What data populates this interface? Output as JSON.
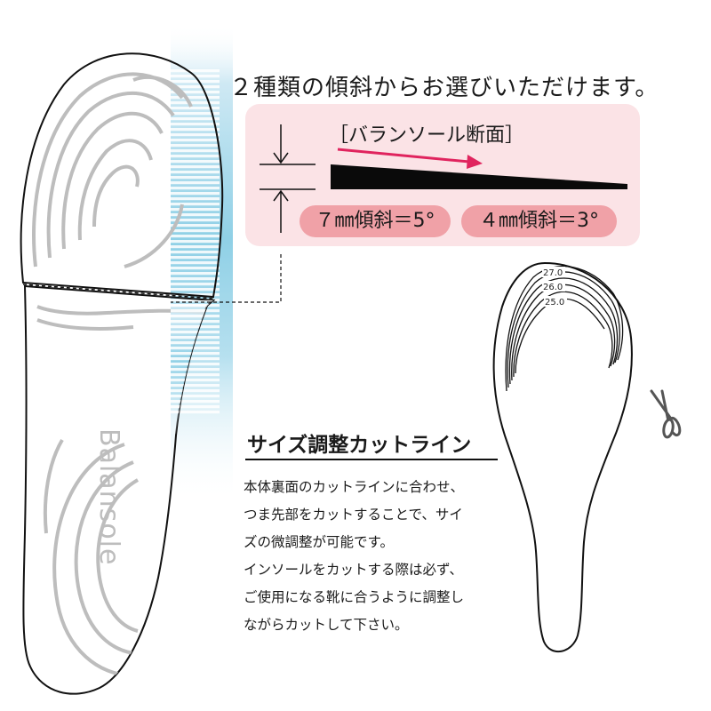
{
  "headline": "２種類の傾斜からお選びいただけます。",
  "section": {
    "title": "［バランソール断面］",
    "options": [
      {
        "label": "７㎜傾斜＝5°"
      },
      {
        "label": "４㎜傾斜＝3°"
      }
    ]
  },
  "brand": "Balansole",
  "size_lines": [
    "27.0",
    "26.0",
    "25.0"
  ],
  "cut": {
    "title": "サイズ調整カットライン",
    "lines": [
      "本体裏面のカットラインに合わせ、",
      "つま先部をカットすることで、サイ",
      "ズの微調整が可能です。",
      "インソールをカットする際は必ず、",
      "ご使用になる靴に合うように調整し",
      "ながらカットして下さい。"
    ]
  },
  "colors": {
    "panel": "#fbe3e6",
    "pill": "#f0a1a7",
    "arrow": "#e0245e",
    "highlight": "#8fd0e6",
    "pattern": "#b9b9b9"
  },
  "icons": [
    "arrow-down-icon",
    "arrow-up-icon",
    "arrow-right-icon",
    "scissors-icon"
  ]
}
